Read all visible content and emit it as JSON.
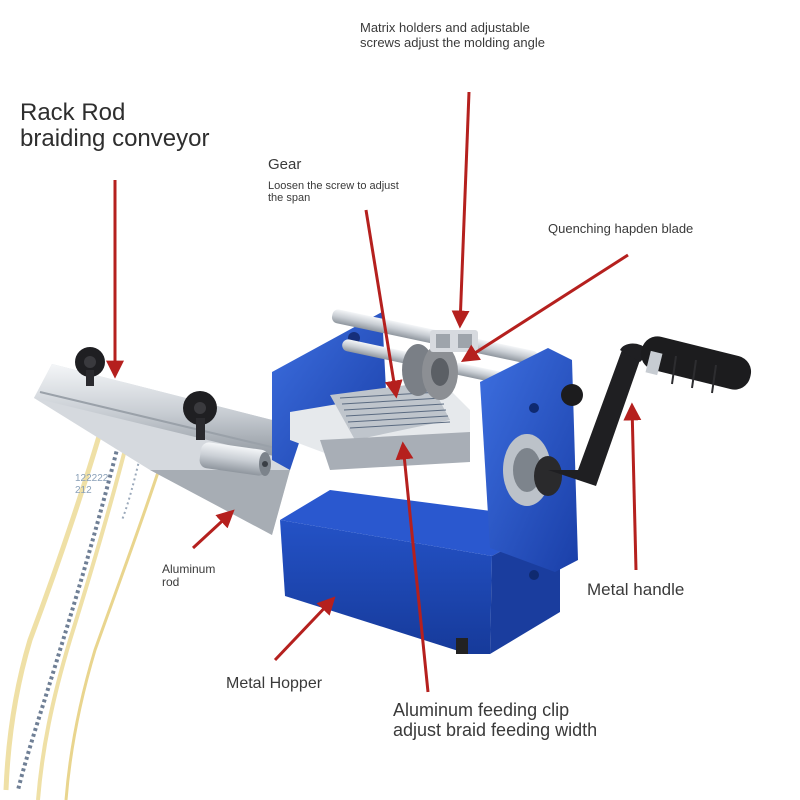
{
  "labels": {
    "rack_rod": "Rack Rod\nbraiding conveyor",
    "matrix_holders": "Matrix holders and adjustable\nscrews adjust the molding angle",
    "gear_title": "Gear",
    "gear_note": "Loosen the screw to adjust\nthe span",
    "quenching_blade": "Quenching hapden blade",
    "aluminum_rod": "Aluminum\nrod",
    "metal_handle": "Metal handle",
    "metal_hopper": "Metal Hopper",
    "feeding_clip": "Aluminum feeding clip\nadjust braid feeding width",
    "tape_mark": "122222\n212"
  },
  "colors": {
    "machine_blue": "#1f4fc4",
    "arrow_red": "#b5201e",
    "rod_silver": "#c8cdd3",
    "handle_black": "#1c1c1e",
    "tape_yellow": "#efe0a6"
  }
}
